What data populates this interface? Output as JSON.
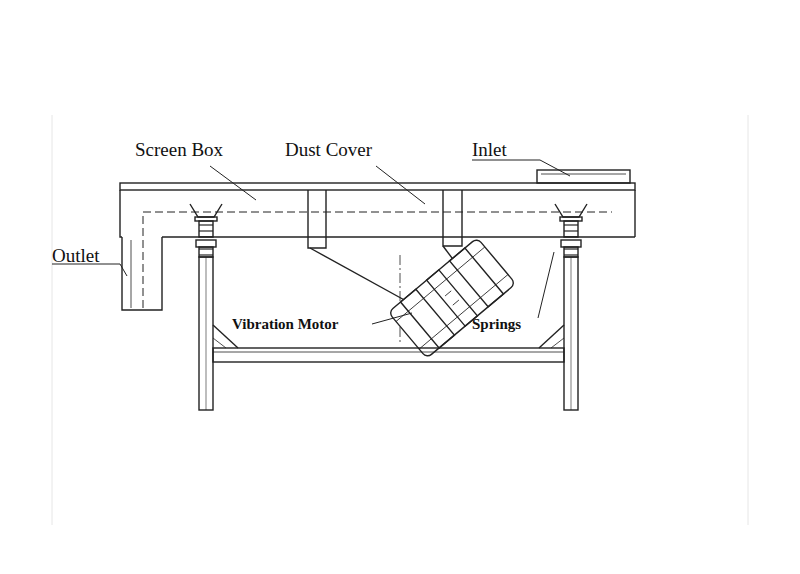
{
  "diagram": {
    "labels": [
      "Screen Box",
      "Dust Cover",
      "Inlet",
      "Outlet",
      "Vibration Motor",
      "Springs"
    ]
  }
}
